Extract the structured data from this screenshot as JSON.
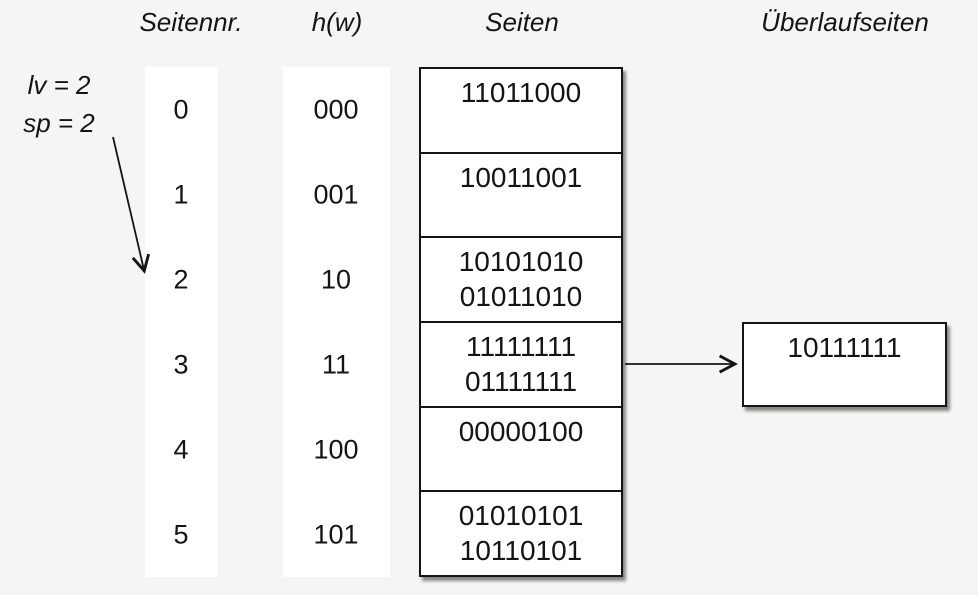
{
  "colors": {
    "background": "#f5f5f3",
    "ink": "#141414",
    "cell_fill": "#ffffff"
  },
  "headers": {
    "seitennr": "Seitennr.",
    "hw": "h(w)",
    "seiten": "Seiten",
    "ueberlaufseiten": "Überlaufseiten"
  },
  "annotation": {
    "line1": "lv = 2",
    "line2": "sp = 2",
    "points_to_seitennr": "2"
  },
  "rows": [
    {
      "nr": "0",
      "hw": "000",
      "values": [
        "11011000"
      ]
    },
    {
      "nr": "1",
      "hw": "001",
      "values": [
        "10011001"
      ]
    },
    {
      "nr": "2",
      "hw": "10",
      "values": [
        "10101010",
        "01011010"
      ]
    },
    {
      "nr": "3",
      "hw": "11",
      "values": [
        "11111111",
        "01111111"
      ]
    },
    {
      "nr": "4",
      "hw": "100",
      "values": [
        "00000100"
      ]
    },
    {
      "nr": "5",
      "hw": "101",
      "values": [
        "01010101",
        "10110101"
      ]
    }
  ],
  "overflow_page": {
    "values": [
      "10111111"
    ],
    "linked_seitennr": "3"
  }
}
